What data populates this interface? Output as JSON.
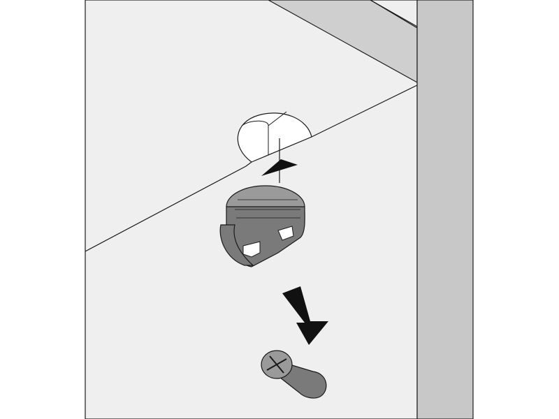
{
  "illustration": {
    "subject": "cam-lock-fitting-installation",
    "steps": [
      {
        "icon": "cam-lock-housing-icon",
        "action": "insert-into-hole"
      },
      {
        "icon": "connector-screw-icon",
        "action": "attach"
      }
    ]
  },
  "colors": {
    "background": "#ffffff",
    "panel_face": "#efefef",
    "side_panel": "#c8c8c8",
    "top_strip": "#cfcfcf",
    "hole": "#ffffff",
    "hardware": "#7a7a7a",
    "hardware_light": "#9a9a9a",
    "arrow": "#111111",
    "outline": "#1a1a1a"
  }
}
